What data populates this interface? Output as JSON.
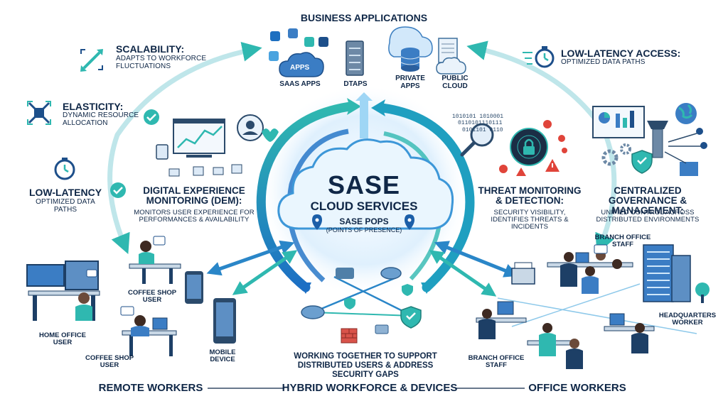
{
  "business_apps": {
    "title": "BUSINESS APPLICATIONS",
    "apps_badge": "AppS",
    "saas_apps": "SaaS APPS",
    "dtaps": "DTAPS",
    "private_apps": "PRIVATE APPS",
    "public_cloud": "PUBLIC CLOUD"
  },
  "left": {
    "scalability_title": "SCALABILITY:",
    "scalability_desc": "ADAPTS TO WORKFORCE FLUCTUATIONS",
    "elasticity_title": "ELASTICITY:",
    "elasticity_desc": "DYNAMIC RESOURCE ALLOCATION",
    "low_latency_title": "LOW-LATENCY",
    "low_latency_desc": "OPTIMIZED DATA PATHS"
  },
  "right": {
    "low_latency_title": "LOW-LATENCY ACCESS:",
    "low_latency_desc": "OPTIMIZED DATA PATHS",
    "governance_title": "CENTRALIZED GOVERNANCE & MANAGEMENT:",
    "governance_desc": "UNIFIED CONTROL ACROSS DISTRIBUTED ENVIRONMENTS"
  },
  "dem": {
    "title": "DIGITAL EXPERIENCE MONITORING (DEM):",
    "desc": "MONITORS USER EXPERIENCE FOR PERFORMANCES & AVAILABILITY"
  },
  "threat": {
    "title": "THREAT MONITORING & DETECTION:",
    "desc": "SECURITY VISIBILITY, IDENTIFIES THREATS & INCIDENTS",
    "binary": [
      "1010101 1010001",
      "0110101110111",
      "0101101 0110"
    ]
  },
  "cloud": {
    "title": "SASE",
    "subtitle": "CLOUD SERVICES",
    "pops_title": "SASE POPS",
    "pops_desc": "(POINTS OF PRESENCE)"
  },
  "center": {
    "caption": "WORKING TOGETHER TO SUPPORT DISTRIBUTED USERS & ADDRESS SECURITY GAPS"
  },
  "users": {
    "home_office": "HOME OFFICE USER",
    "coffee_shop_top": "COFFEE SHOP USER",
    "coffee_shop_bottom": "COFFEE SHOP USER",
    "mobile_device": "MOBILE DEVICE",
    "branch_office_top": "BRANCH OFFICE STAFF",
    "branch_office_bottom": "BRANCH OFFICE STAFF",
    "headquarters": "HEADQUARTERS WORKER"
  },
  "footer": {
    "remote": "REMOTE WORKERS",
    "hybrid": "HYBRID WORKFORCE & DEVICES",
    "office": "OFFICE WORKERS"
  },
  "colors": {
    "navy": "#0f2747",
    "teal": "#2fb8b0",
    "blue": "#1c6fc4",
    "light_blue": "#cfe7fa",
    "red": "#e0443a"
  }
}
